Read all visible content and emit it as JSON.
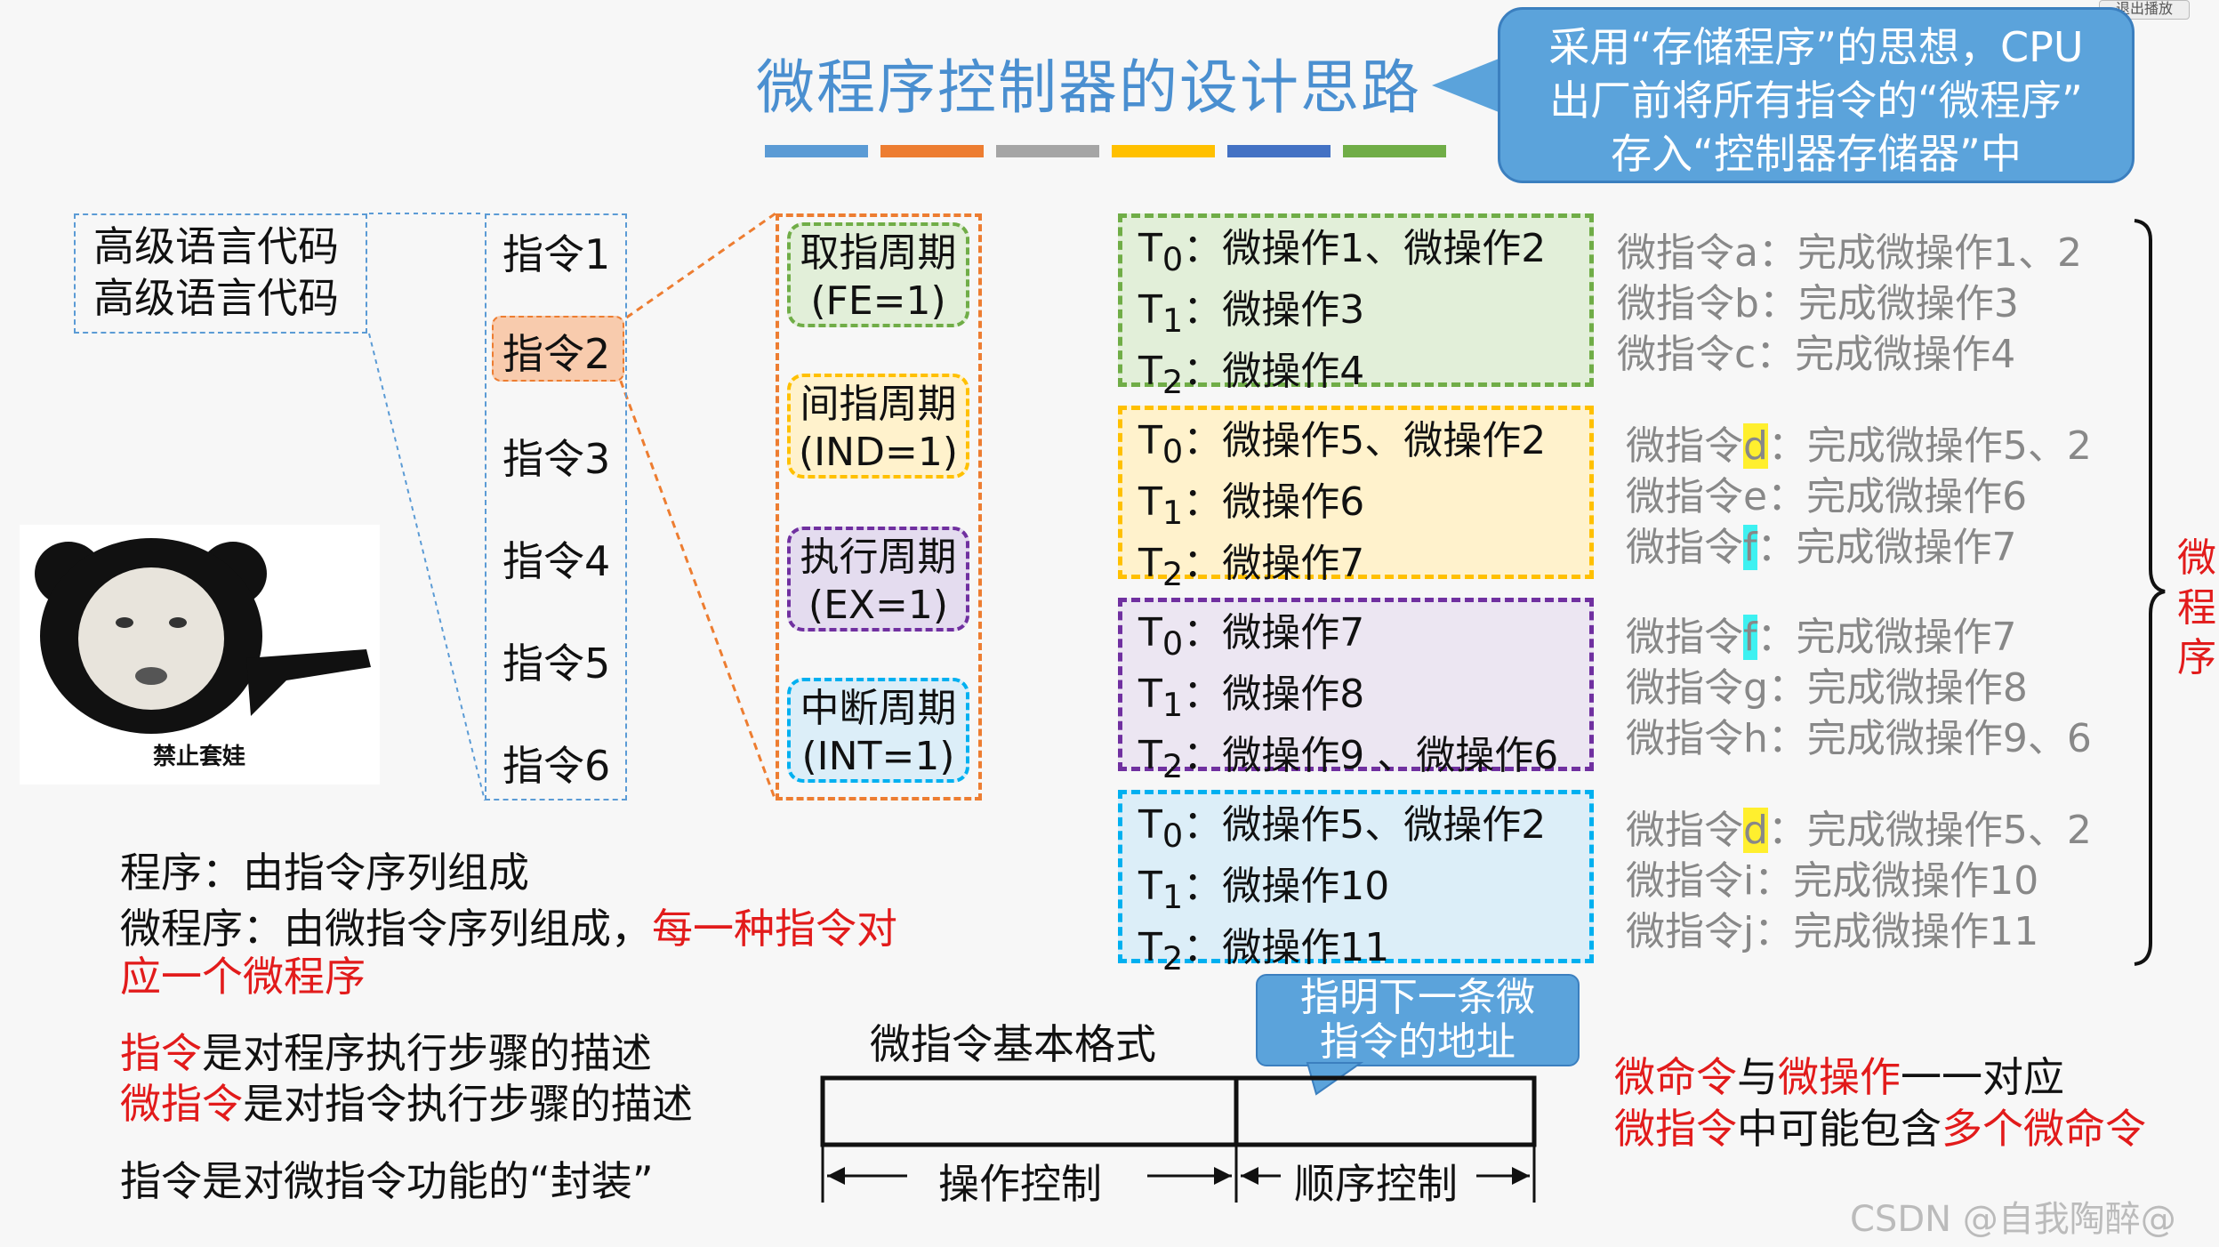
{
  "title": "微程序控制器的设计思路",
  "colors": {
    "bar1": "#5b9bd5",
    "bar2": "#ed7d31",
    "bar3": "#a5a5a5",
    "bar4": "#ffc000",
    "bar5": "#4472c4",
    "bar6": "#70ad47"
  },
  "callout": {
    "line1": "采用“存储程序”的思想，CPU",
    "line2": "出厂前将所有指令的“微程序”",
    "line3": "存入“控制器存储器”中"
  },
  "exit_button": "退出播放",
  "hll": {
    "line1": "高级语言代码",
    "line2": "高级语言代码"
  },
  "meme_caption": "禁止套娃",
  "instructions": [
    "指令1",
    "指令2",
    "指令3",
    "指令4",
    "指令5",
    "指令6"
  ],
  "cycles": [
    {
      "name": "取指周期",
      "code": "(FE=1)"
    },
    {
      "name": "间指周期",
      "code": "(IND=1)"
    },
    {
      "name": "执行周期",
      "code": "(EX=1)"
    },
    {
      "name": "中断周期",
      "code": "(INT=1)"
    }
  ],
  "tboxes": [
    {
      "t0": "微操作1、微操作2",
      "t1": "微操作3",
      "t2": "微操作4"
    },
    {
      "t0": "微操作5、微操作2",
      "t1": "微操作6",
      "t2": "微操作7"
    },
    {
      "t0": "微操作7",
      "t1": "微操作8",
      "t2": "微操作9 、微操作6"
    },
    {
      "t0": "微操作5、微操作2",
      "t1": "微操作10",
      "t2": "微操作11"
    }
  ],
  "t_labels": {
    "t": "T",
    "s0": "0",
    "s1": "1",
    "s2": "2",
    "colon": "："
  },
  "micro": {
    "prefix": "微指令",
    "rows": [
      {
        "id": "a",
        "desc": "：完成微操作1、2"
      },
      {
        "id": "b",
        "desc": "：完成微操作3"
      },
      {
        "id": "c",
        "desc": "：完成微操作4"
      },
      {
        "id": "d",
        "desc": "：完成微操作5、2"
      },
      {
        "id": "e",
        "desc": "：完成微操作6"
      },
      {
        "id": "f",
        "desc": "：完成微操作7"
      },
      {
        "id": "f",
        "desc": "：完成微操作7"
      },
      {
        "id": "g",
        "desc": "：完成微操作8"
      },
      {
        "id": "h",
        "desc": "：完成微操作9、6"
      },
      {
        "id": "d",
        "desc": "：完成微操作5、2"
      },
      {
        "id": "i",
        "desc": "：完成微操作10"
      },
      {
        "id": "j",
        "desc": "：完成微操作11"
      }
    ]
  },
  "microprogram_label": [
    "微",
    "程",
    "序"
  ],
  "notes": {
    "program": "程序：由指令序列组成",
    "microprogram": "微程序：由微指令序列组成，",
    "microprogram_red": "每一种指令对",
    "microprogram_red2": "应一个微程序",
    "instr_red": "指令",
    "instr_rest": "是对程序执行步骤的描述",
    "micro_red": "微指令",
    "micro_rest": "是对指令执行步骤的描述",
    "wrap": "指令是对微指令功能的“封装”"
  },
  "format": {
    "title": "微指令基本格式",
    "op": "操作控制",
    "seq": "顺序控制",
    "bubble_line1": "指明下一条微",
    "bubble_line2": "指令的地址"
  },
  "right_notes": {
    "l1_red1": "微命令",
    "l1_mid": "与",
    "l1_red2": "微操作",
    "l1_end": "一一对应",
    "l2_red1": "微指令",
    "l2_mid": "中可能包含",
    "l2_red2": "多个微命令"
  },
  "watermark": "CSDN @自我陶醉@"
}
